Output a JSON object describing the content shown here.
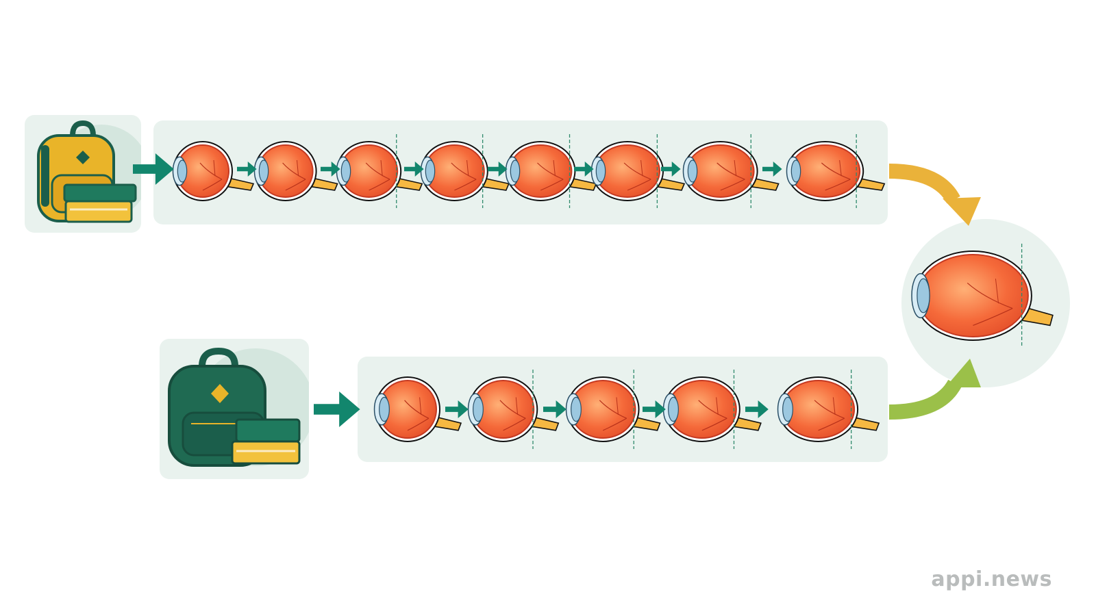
{
  "watermark": "appi.news",
  "colors": {
    "panel": "#e9f2ee",
    "step_arrow": "#12866d",
    "connector_top": "#eab23a",
    "connector_bottom": "#9bc049",
    "eye_fill": "#f06a35",
    "eye_vessel": "#b8321a",
    "optic_nerve": "#f6b842",
    "cornea": "#9cc8e0",
    "guide_line": "#2f8a6c",
    "backpack_yellow": "#e9b429",
    "backpack_green": "#1b5e4b",
    "book_green": "#1f7a5e",
    "book_yellow": "#f2c23c"
  },
  "rows": [
    {
      "id": "row-top",
      "backpack_color": "yellow",
      "eye_stages": 8,
      "connector": "yellow-curved-arrow"
    },
    {
      "id": "row-bottom",
      "backpack_color": "green",
      "eye_stages": 5,
      "connector": "green-curved-arrow"
    }
  ],
  "result": {
    "icon": "elongated-eye-icon"
  }
}
